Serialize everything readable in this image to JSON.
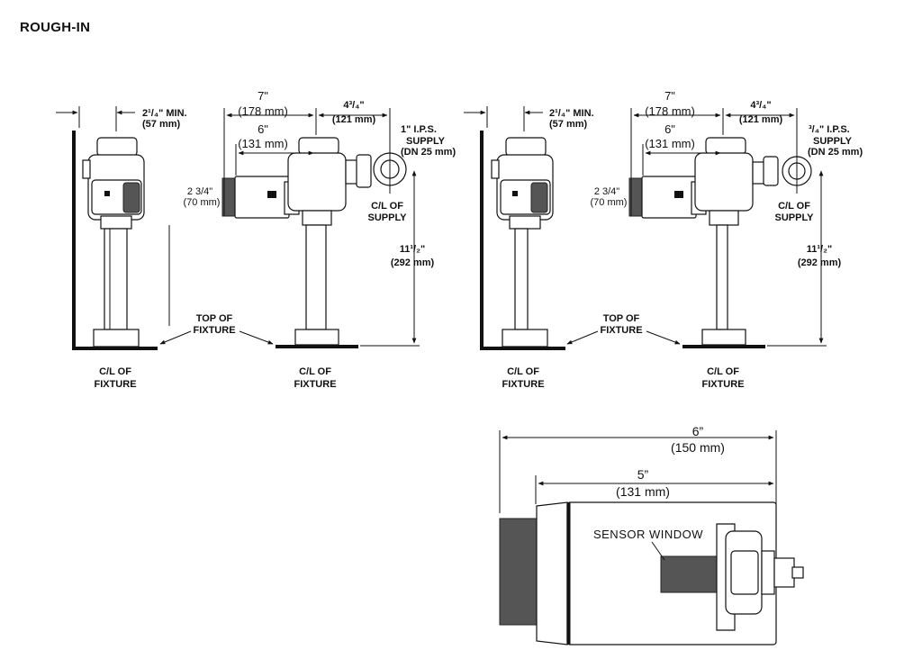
{
  "heading": "ROUGH-IN",
  "view_a": {
    "side_gap": "2¹/₄\" MIN.",
    "side_gap_mm": "(57 mm)",
    "overall": "7\"",
    "overall_mm": "(178 mm)",
    "body": "6\"",
    "body_mm": "(131 mm)",
    "offset": "4³/₄\"",
    "offset_mm": "(121 mm)",
    "supply_1": "1\" I.P.S.",
    "supply_2": "SUPPLY",
    "supply_3": "(DN 25 mm)",
    "sensor_h": "2 3/4\"",
    "sensor_h_mm": "(70 mm)",
    "cl_supply_1": "C/L OF",
    "cl_supply_2": "SUPPLY",
    "height": "11¹/₂\"",
    "height_mm": "(292 mm)",
    "top_fixture_1": "TOP OF",
    "top_fixture_2": "FIXTURE",
    "cl_fixture_1": "C/L OF",
    "cl_fixture_2": "FIXTURE"
  },
  "view_b": {
    "side_gap": "2¹/₄\" MIN.",
    "side_gap_mm": "(57 mm)",
    "overall": "7\"",
    "overall_mm": "(178 mm)",
    "body": "6\"",
    "body_mm": "(131 mm)",
    "offset": "4³/₄\"",
    "offset_mm": "(121 mm)",
    "supply_1": "³/₄\" I.P.S.",
    "supply_2": "SUPPLY",
    "supply_3": "(DN 25 mm)",
    "sensor_h": "2 3/4\"",
    "sensor_h_mm": "(70 mm)",
    "cl_supply_1": "C/L OF",
    "cl_supply_2": "SUPPLY",
    "height": "11¹/₂\"",
    "height_mm": "(292 mm)",
    "top_fixture_1": "TOP OF",
    "top_fixture_2": "FIXTURE",
    "cl_fixture_1": "C/L OF",
    "cl_fixture_2": "FIXTURE"
  },
  "detail": {
    "overall": "6”",
    "overall_mm": "(150 mm)",
    "body": "5”",
    "body_mm": "(131 mm)",
    "sensor_window": "SENSOR WINDOW"
  }
}
